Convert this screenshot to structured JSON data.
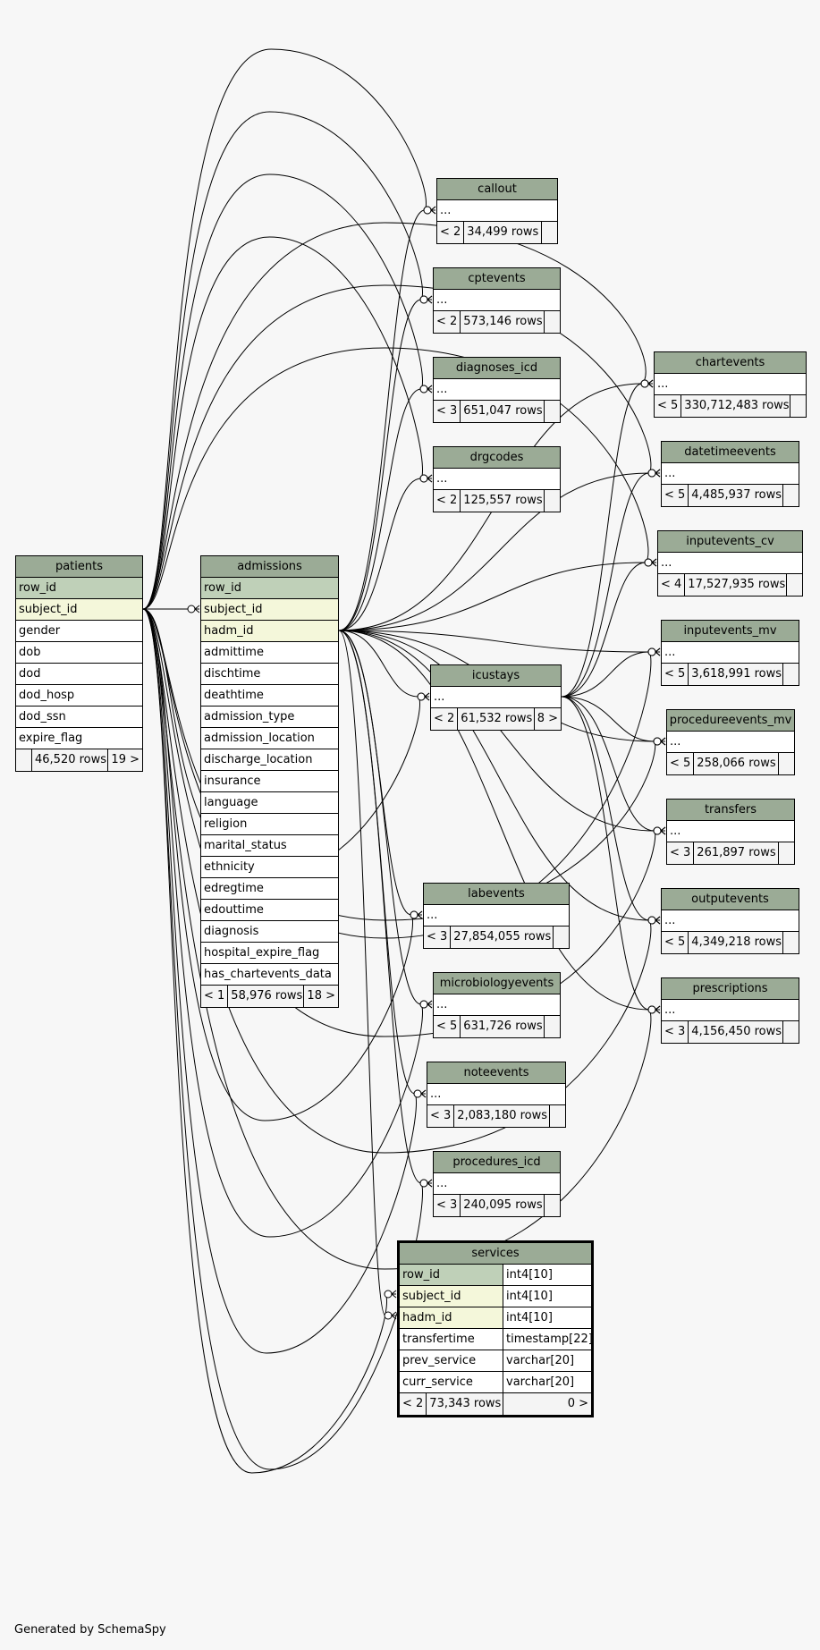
{
  "diagram": {
    "footer": "Generated by SchemaSpy",
    "colors": {
      "background": "#f7f7f7",
      "table_header": "#9bab96",
      "primary_key": "#bfd0b8",
      "foreign_key": "#f4f7da",
      "row": "#ffffff",
      "footer_row": "#f4f4f4",
      "edge": "#000000"
    },
    "tables": {
      "patients": {
        "name": "patients",
        "columns": [
          {
            "name": "row_id",
            "key": "pk"
          },
          {
            "name": "subject_id",
            "key": "fk"
          },
          {
            "name": "gender",
            "key": ""
          },
          {
            "name": "dob",
            "key": ""
          },
          {
            "name": "dod",
            "key": ""
          },
          {
            "name": "dod_hosp",
            "key": ""
          },
          {
            "name": "dod_ssn",
            "key": ""
          },
          {
            "name": "expire_flag",
            "key": ""
          }
        ],
        "parents": "",
        "rows": "46,520 rows",
        "children": "19 >"
      },
      "admissions": {
        "name": "admissions",
        "columns": [
          {
            "name": "row_id",
            "key": "pk"
          },
          {
            "name": "subject_id",
            "key": "fk"
          },
          {
            "name": "hadm_id",
            "key": "fk"
          },
          {
            "name": "admittime",
            "key": ""
          },
          {
            "name": "dischtime",
            "key": ""
          },
          {
            "name": "deathtime",
            "key": ""
          },
          {
            "name": "admission_type",
            "key": ""
          },
          {
            "name": "admission_location",
            "key": ""
          },
          {
            "name": "discharge_location",
            "key": ""
          },
          {
            "name": "insurance",
            "key": ""
          },
          {
            "name": "language",
            "key": ""
          },
          {
            "name": "religion",
            "key": ""
          },
          {
            "name": "marital_status",
            "key": ""
          },
          {
            "name": "ethnicity",
            "key": ""
          },
          {
            "name": "edregtime",
            "key": ""
          },
          {
            "name": "edouttime",
            "key": ""
          },
          {
            "name": "diagnosis",
            "key": ""
          },
          {
            "name": "hospital_expire_flag",
            "key": ""
          },
          {
            "name": "has_chartevents_data",
            "key": ""
          }
        ],
        "parents": "< 1",
        "rows": "58,976 rows",
        "children": "18 >"
      },
      "callout": {
        "name": "callout",
        "ellipsis": "...",
        "parents": "< 2",
        "rows": "34,499 rows",
        "children": ""
      },
      "cptevents": {
        "name": "cptevents",
        "ellipsis": "...",
        "parents": "< 2",
        "rows": "573,146 rows",
        "children": ""
      },
      "diagnoses_icd": {
        "name": "diagnoses_icd",
        "ellipsis": "...",
        "parents": "< 3",
        "rows": "651,047 rows",
        "children": ""
      },
      "drgcodes": {
        "name": "drgcodes",
        "ellipsis": "...",
        "parents": "< 2",
        "rows": "125,557 rows",
        "children": ""
      },
      "icustays": {
        "name": "icustays",
        "ellipsis": "...",
        "parents": "< 2",
        "rows": "61,532 rows",
        "children": "8 >"
      },
      "labevents": {
        "name": "labevents",
        "ellipsis": "...",
        "parents": "< 3",
        "rows": "27,854,055 rows",
        "children": ""
      },
      "microbiologyevents": {
        "name": "microbiologyevents",
        "ellipsis": "...",
        "parents": "< 5",
        "rows": "631,726 rows",
        "children": ""
      },
      "noteevents": {
        "name": "noteevents",
        "ellipsis": "...",
        "parents": "< 3",
        "rows": "2,083,180 rows",
        "children": ""
      },
      "procedures_icd": {
        "name": "procedures_icd",
        "ellipsis": "...",
        "parents": "< 3",
        "rows": "240,095 rows",
        "children": ""
      },
      "services": {
        "name": "services",
        "columns": [
          {
            "name": "row_id",
            "type": "int4[10]",
            "key": "pk"
          },
          {
            "name": "subject_id",
            "type": "int4[10]",
            "key": "fk"
          },
          {
            "name": "hadm_id",
            "type": "int4[10]",
            "key": "fk"
          },
          {
            "name": "transfertime",
            "type": "timestamp[22]",
            "key": ""
          },
          {
            "name": "prev_service",
            "type": "varchar[20]",
            "key": ""
          },
          {
            "name": "curr_service",
            "type": "varchar[20]",
            "key": ""
          }
        ],
        "parents": "< 2",
        "rows": "73,343 rows",
        "children": "0 >"
      },
      "chartevents": {
        "name": "chartevents",
        "ellipsis": "...",
        "parents": "< 5",
        "rows": "330,712,483 rows",
        "children": ""
      },
      "datetimeevents": {
        "name": "datetimeevents",
        "ellipsis": "...",
        "parents": "< 5",
        "rows": "4,485,937 rows",
        "children": ""
      },
      "inputevents_cv": {
        "name": "inputevents_cv",
        "ellipsis": "...",
        "parents": "< 4",
        "rows": "17,527,935 rows",
        "children": ""
      },
      "inputevents_mv": {
        "name": "inputevents_mv",
        "ellipsis": "...",
        "parents": "< 5",
        "rows": "3,618,991 rows",
        "children": ""
      },
      "procedureevents_mv": {
        "name": "procedureevents_mv",
        "ellipsis": "...",
        "parents": "< 5",
        "rows": "258,066 rows",
        "children": ""
      },
      "transfers": {
        "name": "transfers",
        "ellipsis": "...",
        "parents": "< 3",
        "rows": "261,897 rows",
        "children": ""
      },
      "outputevents": {
        "name": "outputevents",
        "ellipsis": "...",
        "parents": "< 5",
        "rows": "4,349,218 rows",
        "children": ""
      },
      "prescriptions": {
        "name": "prescriptions",
        "ellipsis": "...",
        "parents": "< 3",
        "rows": "4,156,450 rows",
        "children": ""
      }
    },
    "relationships": [
      {
        "from": "patients",
        "to": "admissions"
      },
      {
        "from": "patients",
        "to": "callout"
      },
      {
        "from": "patients",
        "to": "cptevents"
      },
      {
        "from": "patients",
        "to": "diagnoses_icd"
      },
      {
        "from": "patients",
        "to": "drgcodes"
      },
      {
        "from": "patients",
        "to": "icustays"
      },
      {
        "from": "patients",
        "to": "labevents"
      },
      {
        "from": "patients",
        "to": "microbiologyevents"
      },
      {
        "from": "patients",
        "to": "noteevents"
      },
      {
        "from": "patients",
        "to": "procedures_icd"
      },
      {
        "from": "patients",
        "to": "services"
      },
      {
        "from": "patients",
        "to": "chartevents"
      },
      {
        "from": "patients",
        "to": "datetimeevents"
      },
      {
        "from": "patients",
        "to": "inputevents_cv"
      },
      {
        "from": "patients",
        "to": "inputevents_mv"
      },
      {
        "from": "patients",
        "to": "procedureevents_mv"
      },
      {
        "from": "patients",
        "to": "transfers"
      },
      {
        "from": "patients",
        "to": "outputevents"
      },
      {
        "from": "patients",
        "to": "prescriptions"
      },
      {
        "from": "admissions",
        "to": "callout"
      },
      {
        "from": "admissions",
        "to": "cptevents"
      },
      {
        "from": "admissions",
        "to": "diagnoses_icd"
      },
      {
        "from": "admissions",
        "to": "drgcodes"
      },
      {
        "from": "admissions",
        "to": "icustays"
      },
      {
        "from": "admissions",
        "to": "labevents"
      },
      {
        "from": "admissions",
        "to": "microbiologyevents"
      },
      {
        "from": "admissions",
        "to": "noteevents"
      },
      {
        "from": "admissions",
        "to": "procedures_icd"
      },
      {
        "from": "admissions",
        "to": "services"
      },
      {
        "from": "admissions",
        "to": "chartevents"
      },
      {
        "from": "admissions",
        "to": "datetimeevents"
      },
      {
        "from": "admissions",
        "to": "inputevents_cv"
      },
      {
        "from": "admissions",
        "to": "inputevents_mv"
      },
      {
        "from": "admissions",
        "to": "procedureevents_mv"
      },
      {
        "from": "admissions",
        "to": "transfers"
      },
      {
        "from": "admissions",
        "to": "outputevents"
      },
      {
        "from": "admissions",
        "to": "prescriptions"
      },
      {
        "from": "icustays",
        "to": "chartevents"
      },
      {
        "from": "icustays",
        "to": "datetimeevents"
      },
      {
        "from": "icustays",
        "to": "inputevents_cv"
      },
      {
        "from": "icustays",
        "to": "inputevents_mv"
      },
      {
        "from": "icustays",
        "to": "procedureevents_mv"
      },
      {
        "from": "icustays",
        "to": "transfers"
      },
      {
        "from": "icustays",
        "to": "outputevents"
      },
      {
        "from": "icustays",
        "to": "prescriptions"
      }
    ]
  }
}
